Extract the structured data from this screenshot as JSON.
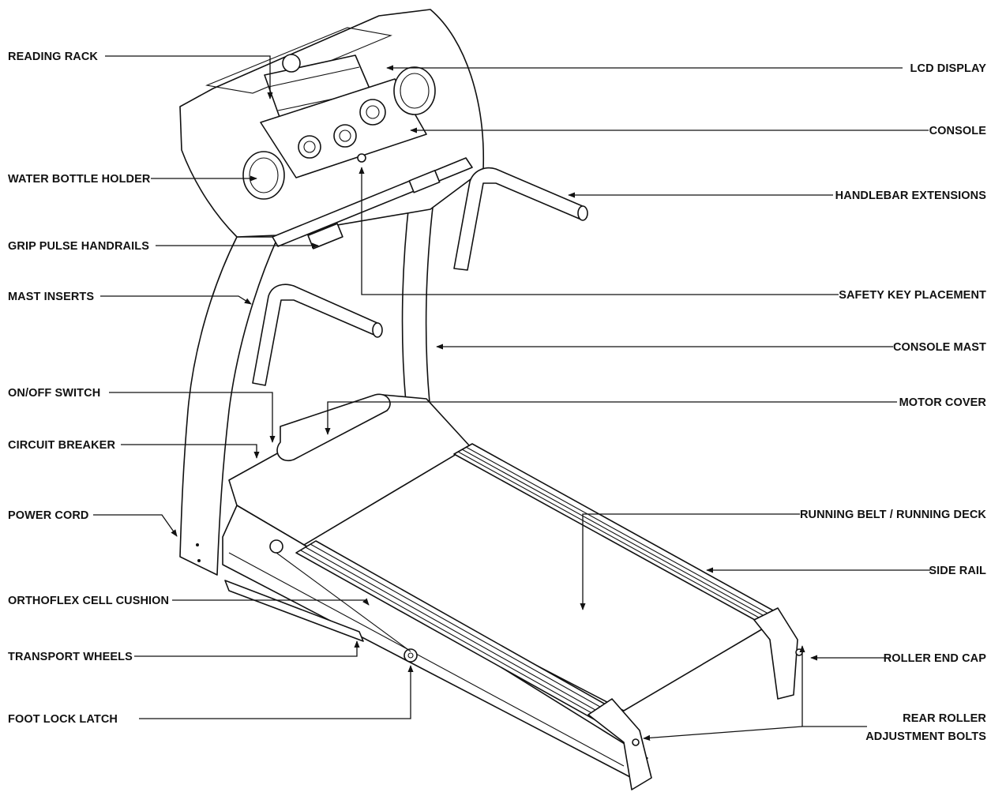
{
  "labels": {
    "reading_rack": "READING RACK",
    "water_bottle_holder": "WATER BOTTLE HOLDER",
    "grip_pulse_handrails": "GRIP PULSE HANDRAILS",
    "mast_inserts": "MAST INSERTS",
    "on_off_switch": "ON/OFF SWITCH",
    "circuit_breaker": "CIRCUIT BREAKER",
    "power_cord": "POWER CORD",
    "orthoflex_cell_cushion": "ORTHOFLEX CELL CUSHION",
    "transport_wheels": "TRANSPORT WHEELS",
    "foot_lock_latch": "FOOT LOCK LATCH",
    "lcd_display": "LCD DISPLAY",
    "console": "CONSOLE",
    "handlebar_extensions": "HANDLEBAR EXTENSIONS",
    "safety_key_placement": "SAFETY KEY PLACEMENT",
    "console_mast": "CONSOLE MAST",
    "motor_cover": "MOTOR COVER",
    "running_belt_deck": "RUNNING BELT / RUNNING DECK",
    "side_rail": "SIDE RAIL",
    "roller_end_cap": "ROLLER END CAP",
    "rear_roller_line1": "REAR ROLLER",
    "rear_roller_line2": "ADJUSTMENT BOLTS"
  }
}
